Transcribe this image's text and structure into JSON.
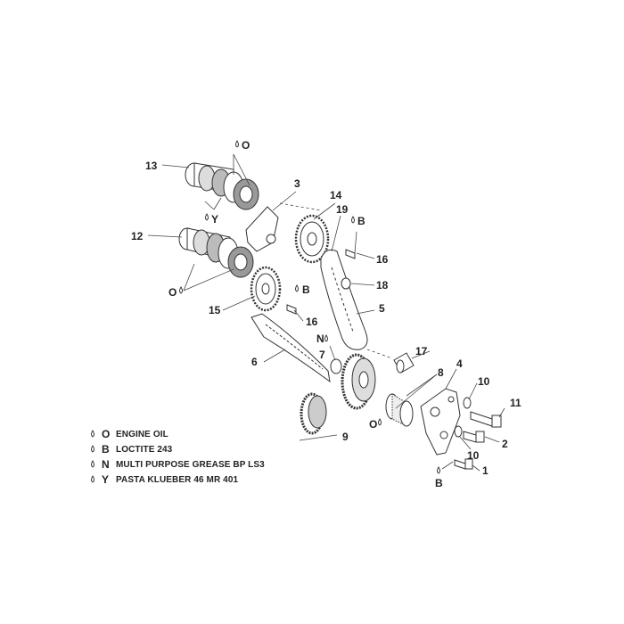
{
  "callouts": [
    {
      "id": "13",
      "text": "13"
    },
    {
      "id": "12",
      "text": "12"
    },
    {
      "id": "3",
      "text": "3"
    },
    {
      "id": "14",
      "text": "14"
    },
    {
      "id": "19",
      "text": "19"
    },
    {
      "id": "16a",
      "text": "16"
    },
    {
      "id": "18",
      "text": "18"
    },
    {
      "id": "5",
      "text": "5"
    },
    {
      "id": "15",
      "text": "15"
    },
    {
      "id": "16b",
      "text": "16"
    },
    {
      "id": "6",
      "text": "6"
    },
    {
      "id": "7",
      "text": "7"
    },
    {
      "id": "17",
      "text": "17"
    },
    {
      "id": "8",
      "text": "8"
    },
    {
      "id": "4",
      "text": "4"
    },
    {
      "id": "10a",
      "text": "10"
    },
    {
      "id": "11",
      "text": "11"
    },
    {
      "id": "9",
      "text": "9"
    },
    {
      "id": "2",
      "text": "2"
    },
    {
      "id": "10b",
      "text": "10"
    },
    {
      "id": "1",
      "text": "1"
    }
  ],
  "lube_marks": [
    {
      "id": "o-top",
      "text": "O"
    },
    {
      "id": "y-mid",
      "text": "Y"
    },
    {
      "id": "o-left",
      "text": "O"
    },
    {
      "id": "b-top",
      "text": "B"
    },
    {
      "id": "b-mid",
      "text": "B"
    },
    {
      "id": "n-mid",
      "text": "N"
    },
    {
      "id": "o-bearing",
      "text": "O"
    },
    {
      "id": "b-bottom",
      "text": "B"
    }
  ],
  "legend": [
    {
      "code": "O",
      "text": "ENGINE OIL"
    },
    {
      "code": "B",
      "text": "LOCTITE 243"
    },
    {
      "code": "N",
      "text": "MULTI PURPOSE GREASE BP LS3"
    },
    {
      "code": "Y",
      "text": "PASTA KLUEBER 46 MR 401"
    }
  ],
  "colors": {
    "line": "#333333",
    "fill": "#ffffff",
    "shade": "#9a9a9a",
    "dark": "#555555"
  }
}
